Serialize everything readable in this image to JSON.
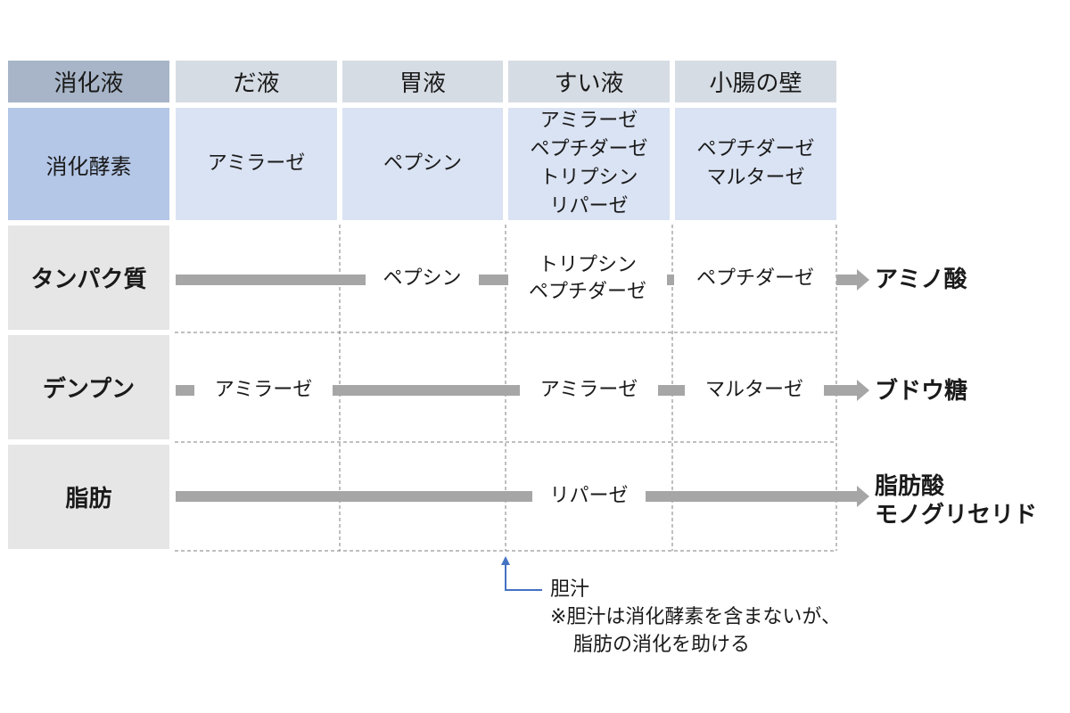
{
  "header": {
    "row_label": "消化液",
    "columns": [
      "だ液",
      "胃液",
      "すい液",
      "小腸の壁"
    ]
  },
  "enzymes": {
    "row_label": "消化酵素",
    "columns": [
      [
        "アミラーゼ"
      ],
      [
        "ペプシン"
      ],
      [
        "アミラーゼ",
        "ペプチダーゼ",
        "トリプシン",
        "リパーゼ"
      ],
      [
        "ペプチダーゼ",
        "マルターゼ"
      ]
    ]
  },
  "nutrients": [
    {
      "label": "タンパク質",
      "steps": [
        [
          "ペプシン"
        ],
        [
          "トリプシン",
          "ペプチダーゼ"
        ],
        [
          "ペプチダーゼ"
        ]
      ],
      "product": [
        "アミノ酸"
      ]
    },
    {
      "label": "デンプン",
      "steps": [
        [
          "アミラーゼ"
        ],
        [
          "アミラーゼ"
        ],
        [
          "マルターゼ"
        ]
      ],
      "product": [
        "ブドウ糖"
      ]
    },
    {
      "label": "脂肪",
      "steps": [
        [
          "リパーゼ"
        ]
      ],
      "product": [
        "脂肪酸",
        "モノグリセリド"
      ]
    }
  ],
  "bile": {
    "title": "胆汁",
    "note": [
      "※胆汁は消化酵素を含まないが、",
      "脂肪の消化を助ける"
    ]
  },
  "colors": {
    "header_label": "#a8b5c8",
    "header": "#d6dce4",
    "enzyme_label": "#b4c7e7",
    "enzyme": "#dae3f3",
    "row_label": "#e7e6e6",
    "bar": "#a6a6a6",
    "bile_arrow": "#4472c4"
  }
}
